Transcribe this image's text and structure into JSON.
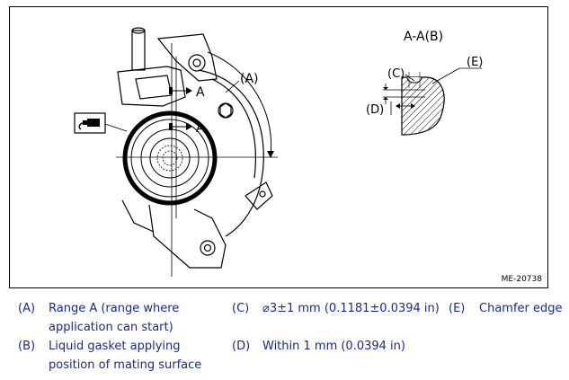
{
  "figure": {
    "id_label": "ME-20738",
    "section_title": "A-A(B)",
    "label_A": "(A)",
    "label_C": "(C)",
    "label_D": "(D)",
    "label_E": "(E)",
    "arrow_label_upper": "A",
    "arrow_label_lower": "A"
  },
  "legend": [
    {
      "key": "(A)",
      "text_lines": [
        "Range A (range where",
        "application can start)"
      ]
    },
    {
      "key": "(B)",
      "text_lines": [
        "Liquid gasket applying",
        "position of mating surface"
      ]
    },
    {
      "key": "(C)",
      "text_lines": [
        "⌀3±1 mm (0.1181±0.0394 in)"
      ]
    },
    {
      "key": "(D)",
      "text_lines": [
        "Within 1 mm (0.0394 in)"
      ]
    },
    {
      "key": "(E)",
      "text_lines": [
        "Chamfer edge"
      ]
    }
  ],
  "colors": {
    "legend_text": "#1a2a8c",
    "line": "#000000"
  }
}
